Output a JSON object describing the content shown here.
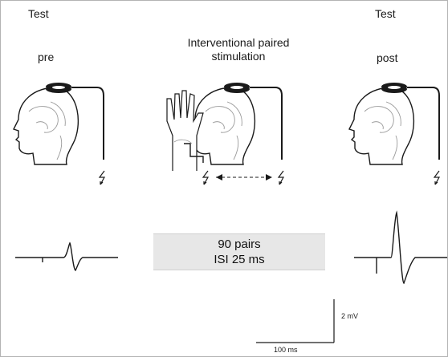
{
  "labels": {
    "test_left": "Test",
    "pre": "pre",
    "intervention_line1": "Interventional paired",
    "intervention_line2": "stimulation",
    "test_right": "Test",
    "post": "post",
    "protocol_pairs": "90 pairs",
    "protocol_isi": "ISI 25 ms",
    "scale_voltage": "2 mV",
    "scale_time": "100 ms"
  },
  "colors": {
    "frame_border": "#b3b3b3",
    "ink": "#1a1a1a",
    "protocol_box_fill": "#e7e7e7"
  },
  "icons": [
    "head-profile-icon",
    "tms-coil-icon",
    "hand-icon",
    "lightning-stimulus-icon"
  ]
}
